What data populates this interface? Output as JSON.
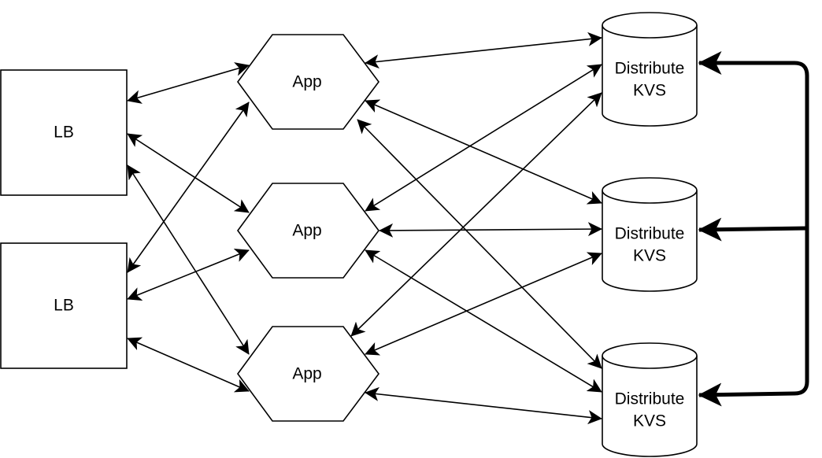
{
  "diagram": {
    "colors": {
      "stroke": "#000000",
      "fill": "#ffffff"
    },
    "load_balancers": [
      {
        "label": "LB"
      },
      {
        "label": "LB"
      }
    ],
    "apps": [
      {
        "label": "App"
      },
      {
        "label": "App"
      },
      {
        "label": "App"
      }
    ],
    "kvs": [
      {
        "line1": "Distribute",
        "line2": "KVS"
      },
      {
        "line1": "Distribute",
        "line2": "KVS"
      },
      {
        "line1": "Distribute",
        "line2": "KVS"
      }
    ]
  }
}
